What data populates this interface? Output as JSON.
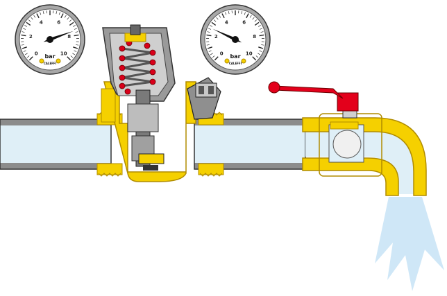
{
  "gauges": [
    {
      "name": "upstream-gauge",
      "ticks": [
        "0",
        "2",
        "4",
        "6",
        "8",
        "10"
      ],
      "unit": "bar",
      "brand": "CALEFFI",
      "reading": 7.6
    },
    {
      "name": "downstream-gauge",
      "ticks": [
        "0",
        "2",
        "4",
        "6",
        "8",
        "10"
      ],
      "unit": "bar",
      "brand": "CALEFFI",
      "reading": 2.6
    }
  ],
  "colors": {
    "brass": "#f5d000",
    "brass_outline": "#b08c00",
    "pipe": "#8c8c8c",
    "water": "#dfeff7",
    "handle": "#e3001b",
    "spring": "#d8001a",
    "valve_body": "#9a9a9a",
    "spray": "#cfe7f7"
  },
  "icons": {
    "reducer": "pressure-reducer-valve-icon",
    "ball_valve": "ball-valve-icon",
    "spray": "water-spray-icon"
  }
}
